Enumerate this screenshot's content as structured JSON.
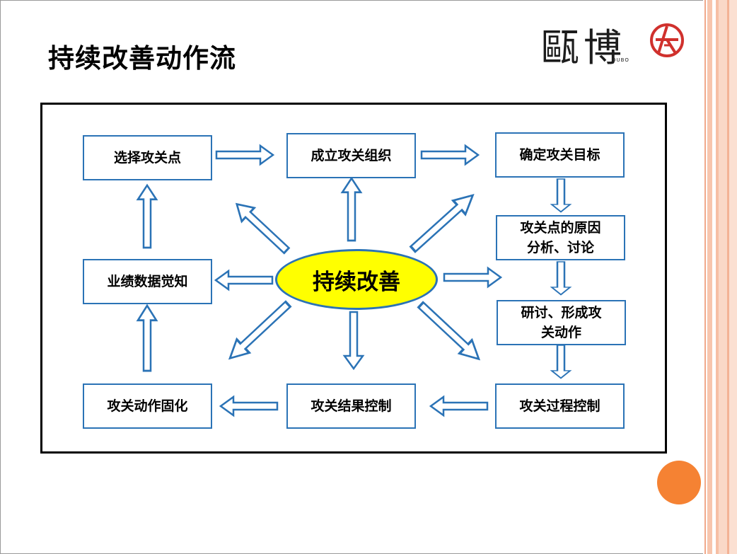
{
  "slide": {
    "title": "持续改善动作流",
    "logo_text": "甌博",
    "logo_small": "OUBO",
    "center_label": "持续改善",
    "nodes": {
      "select_point": "选择攻关点",
      "form_org": "成立攻关组织",
      "set_goal": "确定攻关目标",
      "cause_analysis": "攻关点的原因\n分析、讨论",
      "discuss_actions": "研讨、形成攻\n关动作",
      "process_control": "攻关过程控制",
      "result_control": "攻关结果控制",
      "solidify_actions": "攻关动作固化",
      "performance_awareness": "业绩数据觉知"
    }
  },
  "colors": {
    "node_border": "#2b73b6",
    "arrow_outline": "#2b73b6",
    "center_fill": "#ffff00",
    "accent_dot": "#f58233",
    "stripe": "#f7c5ad"
  }
}
